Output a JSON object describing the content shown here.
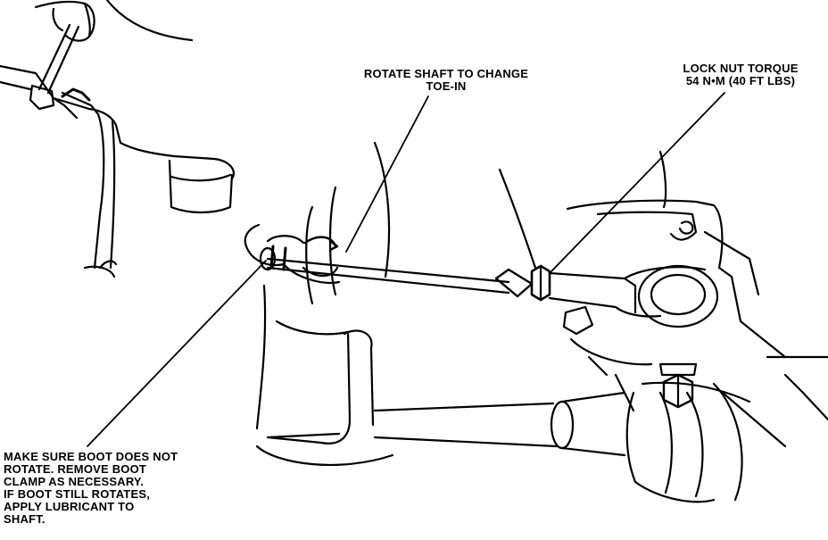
{
  "callouts": {
    "rotate_shaft": {
      "lines": [
        "ROTATE SHAFT TO CHANGE",
        "TOE-IN"
      ]
    },
    "lock_nut": {
      "lines": [
        "LOCK NUT TORQUE",
        "54 N•M (40 FT LBS)"
      ]
    },
    "boot": {
      "lines": [
        "MAKE SURE BOOT DOES NOT",
        "ROTATE. REMOVE BOOT",
        "CLAMP AS NECESSARY.",
        "IF BOOT STILL ROTATES,",
        "APPLY LUBRICANT TO",
        "SHAFT."
      ]
    }
  },
  "colors": {
    "ink": "#000000",
    "paper": "#ffffff"
  }
}
